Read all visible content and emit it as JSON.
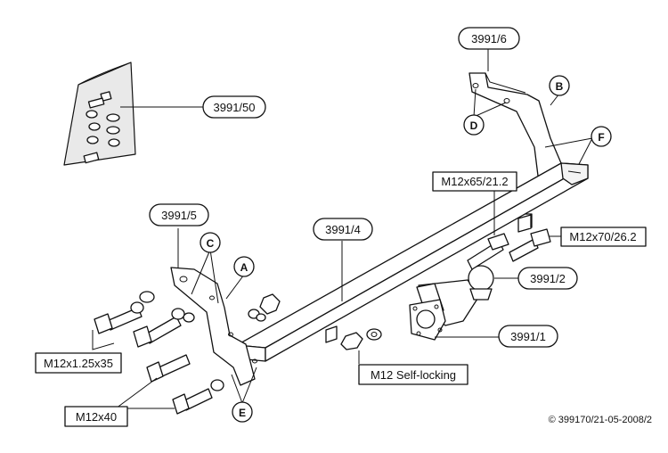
{
  "labels": {
    "kit_bag": "3991/50",
    "bracket_right": "3991/6",
    "bracket_left": "3991/5",
    "crossbar": "3991/4",
    "ball": "3991/2",
    "socket_plate": "3991/1",
    "bolt_m12x65": "M12x65/21.2",
    "bolt_m12x70": "M12x70/26.2",
    "bolt_m12x125": "M12x1.25x35",
    "bolt_m12x40": "M12x40",
    "nut_self_locking": "M12 Self-locking"
  },
  "callouts": {
    "A": "A",
    "B": "B",
    "C": "C",
    "D": "D",
    "E": "E",
    "F": "F"
  },
  "copyright": "© 399170/21-05-2008/2"
}
